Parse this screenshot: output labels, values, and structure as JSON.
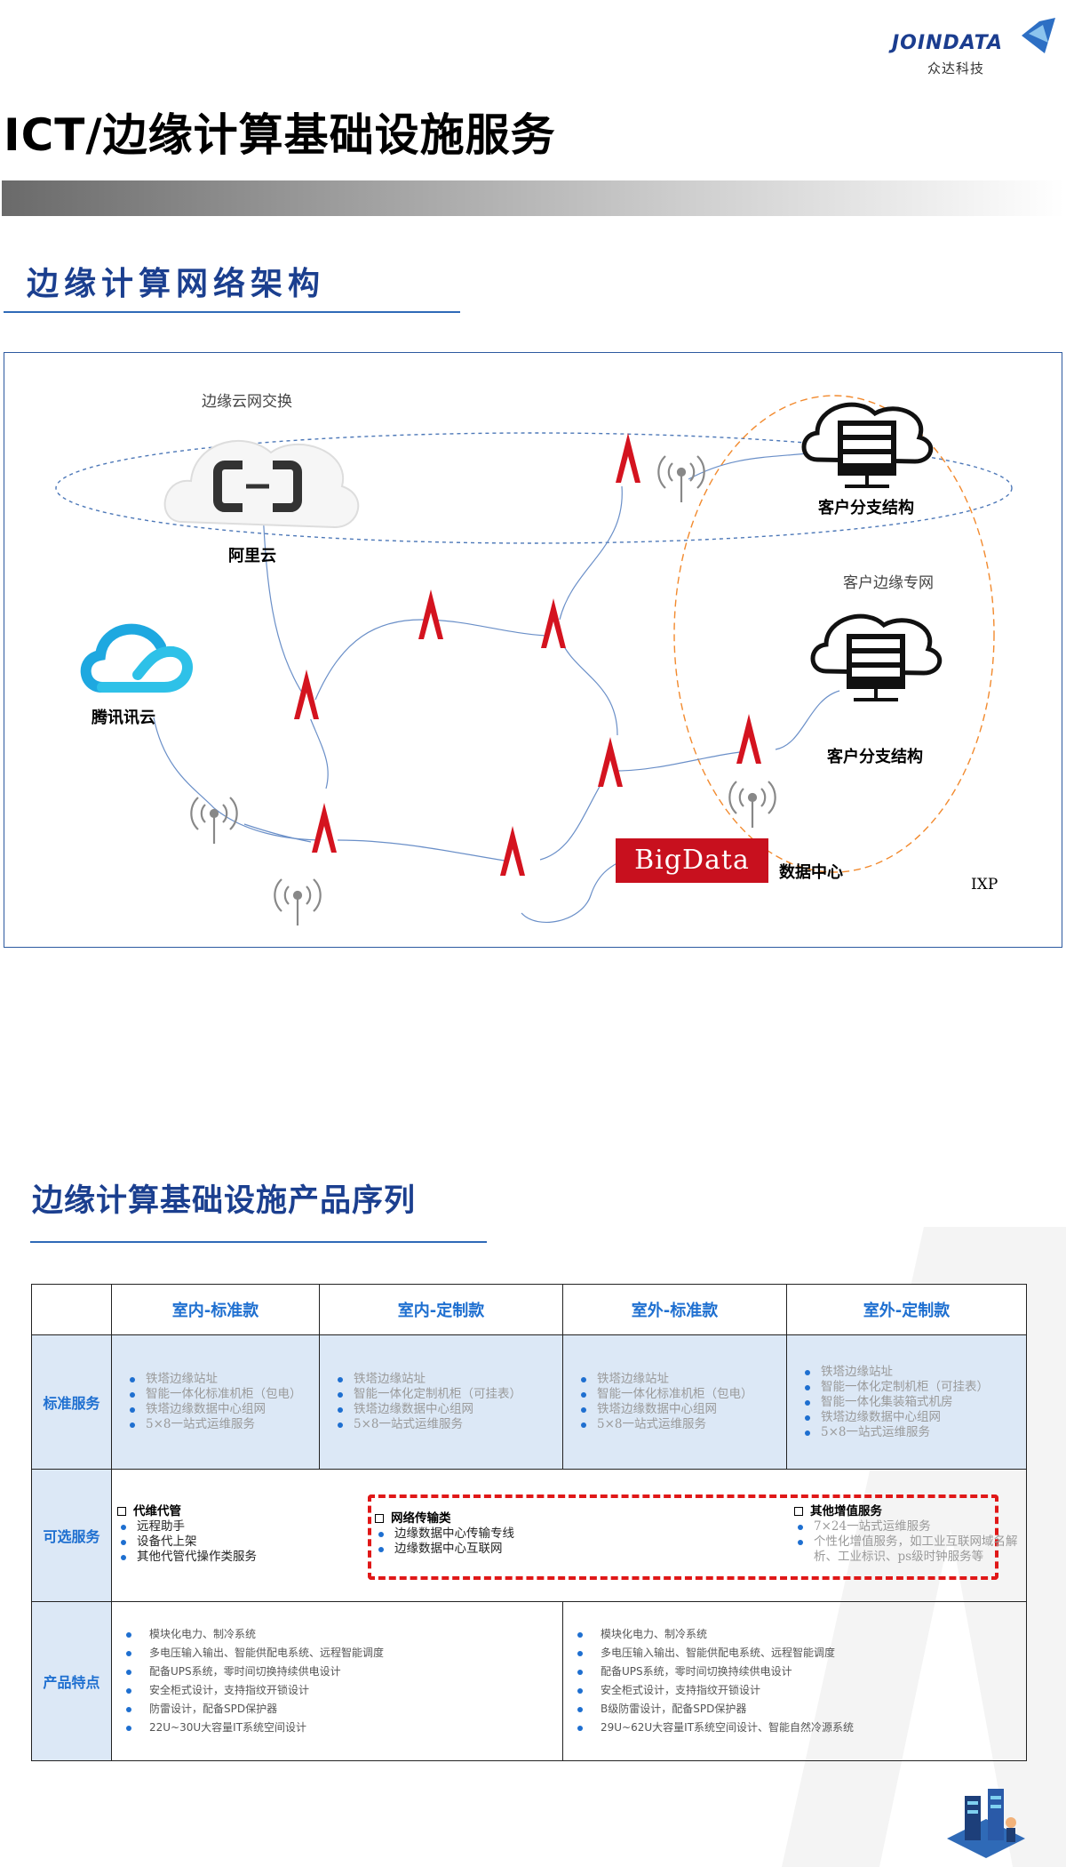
{
  "header": {
    "brand_en": "JOINDATA",
    "brand_cn": "众达科技",
    "title": "ICT/边缘计算基础设施服务"
  },
  "section1": {
    "title": "边缘计算网络架构",
    "diagram": {
      "edge_cloud_label": "边缘云网交换",
      "aliyun_label": "阿里云",
      "tencent_label": "腾讯讯云",
      "customer_branch_top": "客户分支结构",
      "customer_edge_line": "客户边缘专网",
      "customer_branch_bottom": "客户分支结构",
      "bigdata": "BigData",
      "datacenter": "数据中心",
      "ixp": "IXP"
    }
  },
  "section2": {
    "title": "边缘计算基础设施产品序列",
    "columns": [
      "室内-标准款",
      "室内-定制款",
      "室外-标准款",
      "室外-定制款"
    ],
    "rows": {
      "standard_label": "标准服务",
      "optional_label": "可选服务",
      "features_label": "产品特点"
    },
    "standard": [
      [
        "铁塔边缘站址",
        "智能一体化标准机柜（包电）",
        "铁塔边缘数据中心组网",
        "5×8一站式运维服务"
      ],
      [
        "铁塔边缘站址",
        "智能一体化定制机柜（可挂表）",
        "铁塔边缘数据中心组网",
        "5×8一站式运维服务"
      ],
      [
        "铁塔边缘站址",
        "智能一体化标准机柜（包电）",
        "铁塔边缘数据中心组网",
        "5×8一站式运维服务"
      ],
      [
        "铁塔边缘站址",
        "智能一体化定制机柜（可挂表）",
        "智能一体化集装箱式机房",
        "铁塔边缘数据中心组网",
        "5×8一站式运维服务"
      ]
    ],
    "optional": {
      "group1": {
        "title": "代维代管",
        "items": [
          "远程助手",
          "设备代上架",
          "其他代管代操作类服务"
        ]
      },
      "group2": {
        "title": "网络传输类",
        "items": [
          "边缘数据中心传输专线",
          "边缘数据中心互联网"
        ]
      },
      "group3": {
        "title": "其他增值服务",
        "items": [
          "7×24一站式运维服务",
          "个性化增值服务，如工业互联网域名解析、工业标识、ps级时钟服务等"
        ]
      }
    },
    "features": {
      "indoor": [
        "模块化电力、制冷系统",
        "多电压输入输出、智能供配电系统、远程智能调度",
        "配备UPS系统，零时间切换持续供电设计",
        "安全柜式设计，支持指纹开锁设计",
        "防雷设计，配备SPD保护器",
        "22U~30U大容量IT系统空间设计"
      ],
      "outdoor": [
        "模块化电力、制冷系统",
        "多电压输入输出、智能供配电系统、远程智能调度",
        "配备UPS系统，零时间切换持续供电设计",
        "安全柜式设计，支持指纹开锁设计",
        "B级防雷设计，配备SPD保护器",
        "29U~62U大容量IT系统空间设计、智能自然冷源系统"
      ]
    }
  },
  "colors": {
    "brand_blue": "#1b3f8f",
    "table_blue": "#1e6fd0",
    "row_shade": "#dce8f6",
    "alert_red": "#e01818",
    "bigdata_red": "#c8101e"
  }
}
